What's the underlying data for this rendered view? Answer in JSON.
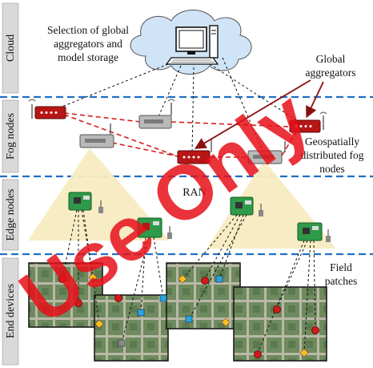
{
  "rows": {
    "cloud": "Cloud",
    "fog": "Fog nodes",
    "edge": "Edge nodes",
    "end": "End devices"
  },
  "labels": {
    "cloud_desc_line1": "Selection of global",
    "cloud_desc_line2": "aggregators and",
    "cloud_desc_line3": "model storage",
    "global_line1": "Global",
    "global_line2": "aggregators",
    "geo_line1": "Geospatially",
    "geo_line2": "distributed fog",
    "geo_line3": "nodes",
    "ran": "RAN",
    "field_line1": "Field",
    "field_line2": "patches"
  },
  "watermark": "Use Only",
  "colors": {
    "cloud_fill": "#cfe4f6",
    "band_divider": "#1f6fc5",
    "fog_link": "#d42020",
    "global_arrow": "#8a1010",
    "watermark": "#e8101a",
    "coverage": "#f7ebc0",
    "field": "#6f8a5e",
    "sensor_red": "#d11b1b",
    "sensor_yellow": "#f2c21a",
    "sensor_blue": "#2aa5e0",
    "label_bar": "#d9d9d9"
  },
  "icons": {
    "cloud": "computer-cloud-icon",
    "fog_red": "red-fog-router-icon",
    "fog_gray": "gray-fog-router-icon",
    "edge": "raspberry-pi-icon"
  }
}
